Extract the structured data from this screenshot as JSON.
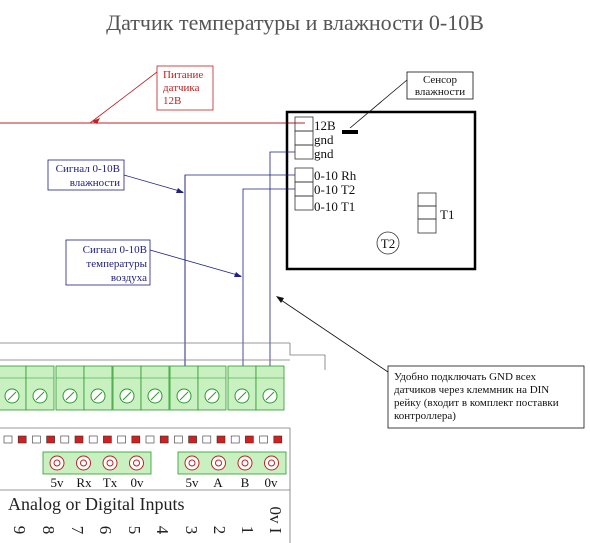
{
  "title": "Датчик температуры и влажности 0-10В",
  "callouts": {
    "power": [
      "Питание",
      "датчика",
      "12В"
    ],
    "humidity_sensor": [
      "Сенсор",
      "влажности"
    ],
    "signal_humidity": [
      "Сигнал 0-10В",
      "влажности"
    ],
    "signal_temp": [
      "Сигнал 0-10В",
      "температуры",
      "воздуха"
    ],
    "gnd_note": [
      "Удобно подключать GND всех",
      "датчиков через клеммник на DIN",
      "рейку (входит в комплект поставки",
      "контроллера)"
    ]
  },
  "sensor": {
    "top_terminals": [
      "12В",
      "gnd",
      "gnd"
    ],
    "bottom_terminals": [
      "0-10 Rh",
      "0-10 T2",
      "0-10 T1"
    ],
    "t1_label": "T1",
    "t2_label": "T2"
  },
  "controller": {
    "bus_labels": [
      "5v",
      "Rx",
      "Tx",
      "0v",
      "5v",
      "A",
      "B",
      "0v"
    ],
    "inputs_label": "Analog or Digital Inputs",
    "input_numbers": [
      "9",
      "8",
      "7",
      "6",
      "5",
      "4",
      "3",
      "2",
      "1"
    ],
    "ov_label": "0v I"
  },
  "colors": {
    "red": "#c02020",
    "blue": "#202080",
    "terminal_green": "#2a9a2a",
    "terminal_fill": "#c8f0c0",
    "led_red": "#d02020"
  }
}
